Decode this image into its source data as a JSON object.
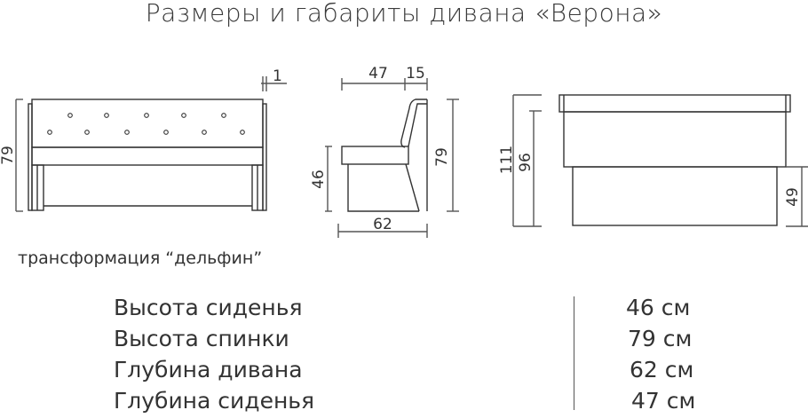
{
  "title": "Размеры и габариты дивана «Верона»",
  "front_view": {
    "height_label": "79",
    "armrest_label": "1"
  },
  "side_view": {
    "seat_depth_label": "47",
    "back_depth_label": "15",
    "seat_height_label": "46",
    "total_height_label": "79",
    "total_depth_label": "62"
  },
  "unfolded_view": {
    "height_outer_label": "111",
    "height_inner_label": "96",
    "bed_height_label": "49"
  },
  "transformation_note": "трансформация “дельфин”",
  "specs": [
    {
      "label": "Высота сиденья",
      "value": "46 см"
    },
    {
      "label": "Высота спинки",
      "value": "79 см"
    },
    {
      "label": "Глубина дивана",
      "value": "62 см"
    },
    {
      "label": "Глубина сиденья",
      "value": "47 см"
    }
  ],
  "colors": {
    "line": "#333333",
    "dim_line": "#555555",
    "text": "#333333"
  }
}
